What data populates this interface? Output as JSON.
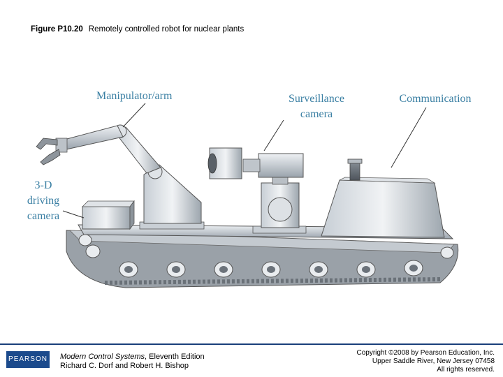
{
  "caption": {
    "figure_number": "Figure P10.20",
    "title": "Remotely controlled robot for nuclear plants"
  },
  "labels": {
    "manipulator": "Manipulator/arm",
    "surveillance_line1": "Surveillance",
    "surveillance_line2": "camera",
    "communication": "Communication",
    "driving_line1": "3-D",
    "driving_line2": "driving",
    "driving_line3": "camera"
  },
  "footer": {
    "logo": "PEARSON",
    "book_title": "Modern Control Systems",
    "book_edition": ", Eleventh Edition",
    "authors": "Richard C. Dorf and Robert H. Bishop",
    "copyright_line1": "Copyright ©2008 by Pearson Education, Inc.",
    "copyright_line2": "Upper Saddle River, New Jersey 07458",
    "copyright_line3": "All rights reserved."
  },
  "colors": {
    "label": "#3a7fa3",
    "footer_rule": "#1a3f7a",
    "logo_bg": "#1b4a8c"
  }
}
